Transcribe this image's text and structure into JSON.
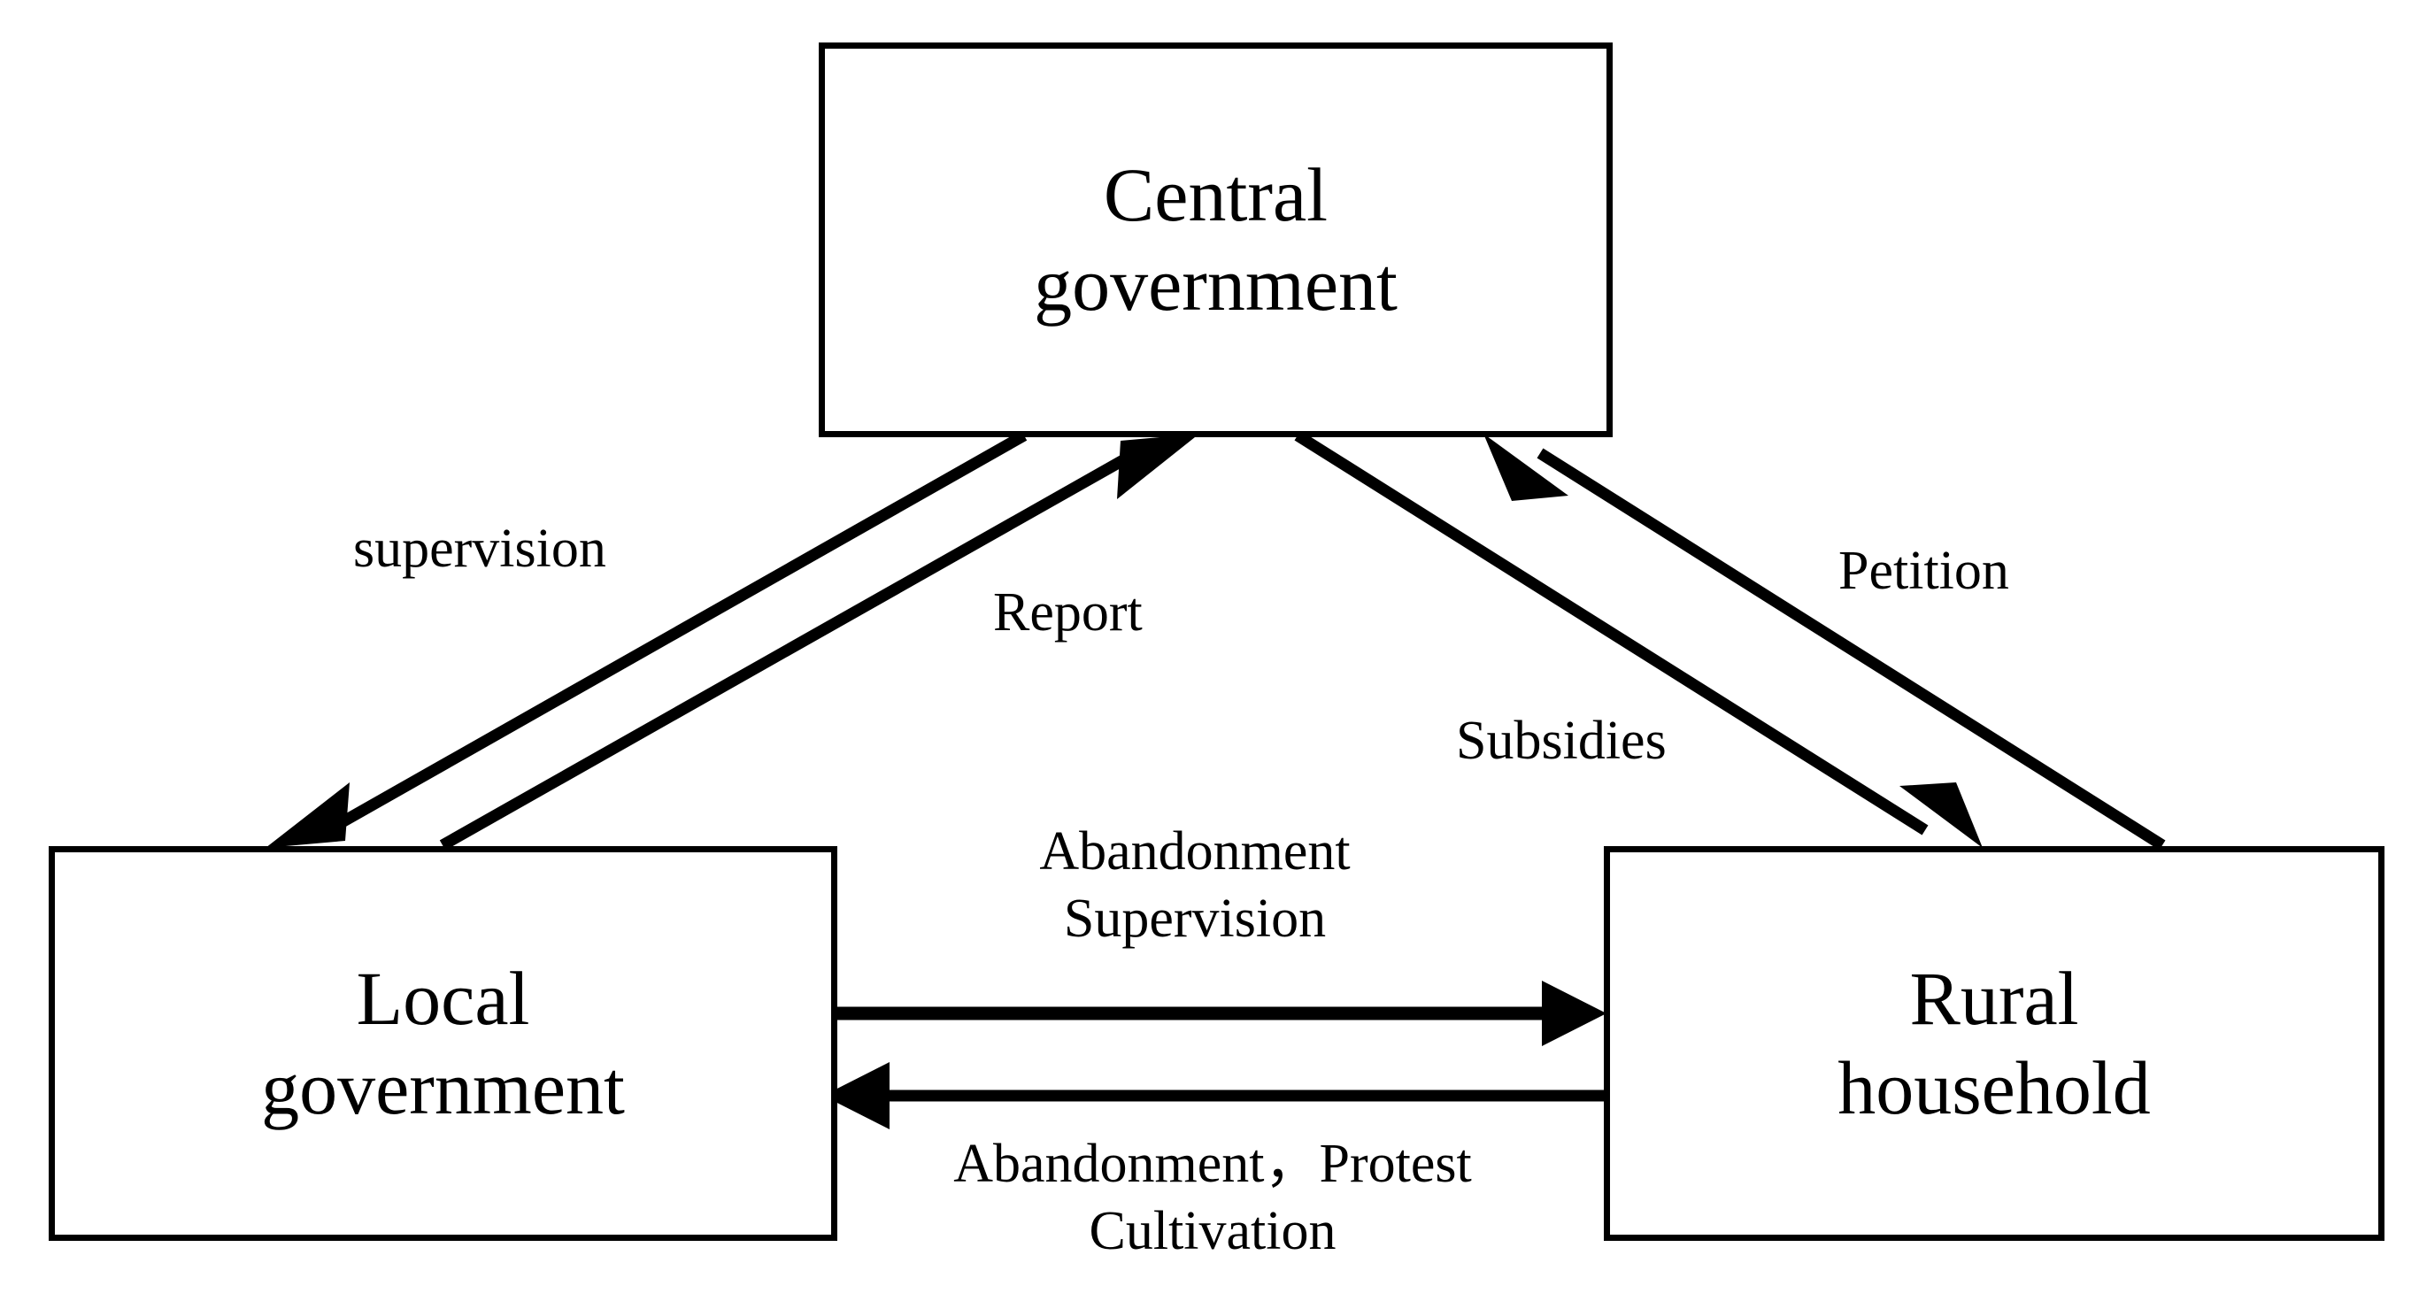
{
  "diagram": {
    "title": "Central-Local-Rural household interaction diagram",
    "background_color": "#ffffff",
    "stroke_color": "#000000",
    "nodes": [
      {
        "id": "central-government",
        "lines": [
          "Central",
          "government"
        ]
      },
      {
        "id": "local-government",
        "lines": [
          "Local",
          "government"
        ]
      },
      {
        "id": "rural-household",
        "lines": [
          "Rural",
          "household"
        ]
      }
    ],
    "edges": [
      {
        "id": "supervision",
        "label_lines": [
          "supervision"
        ],
        "from": "central-government",
        "to": "local-government"
      },
      {
        "id": "report",
        "label_lines": [
          "Report"
        ],
        "from": "local-government",
        "to": "central-government"
      },
      {
        "id": "subsidies",
        "label_lines": [
          "Subsidies"
        ],
        "from": "central-government",
        "to": "rural-household"
      },
      {
        "id": "petition",
        "label_lines": [
          "Petition"
        ],
        "from": "rural-household",
        "to": "central-government"
      },
      {
        "id": "abandonment-supervision",
        "label_lines": [
          "Abandonment",
          "Supervision"
        ],
        "from": "local-government",
        "to": "rural-household"
      },
      {
        "id": "abandonment-protest-cultivation",
        "label_lines": [
          "Abandonment，Protest",
          "Cultivation"
        ],
        "from": "rural-household",
        "to": "local-government"
      }
    ]
  }
}
